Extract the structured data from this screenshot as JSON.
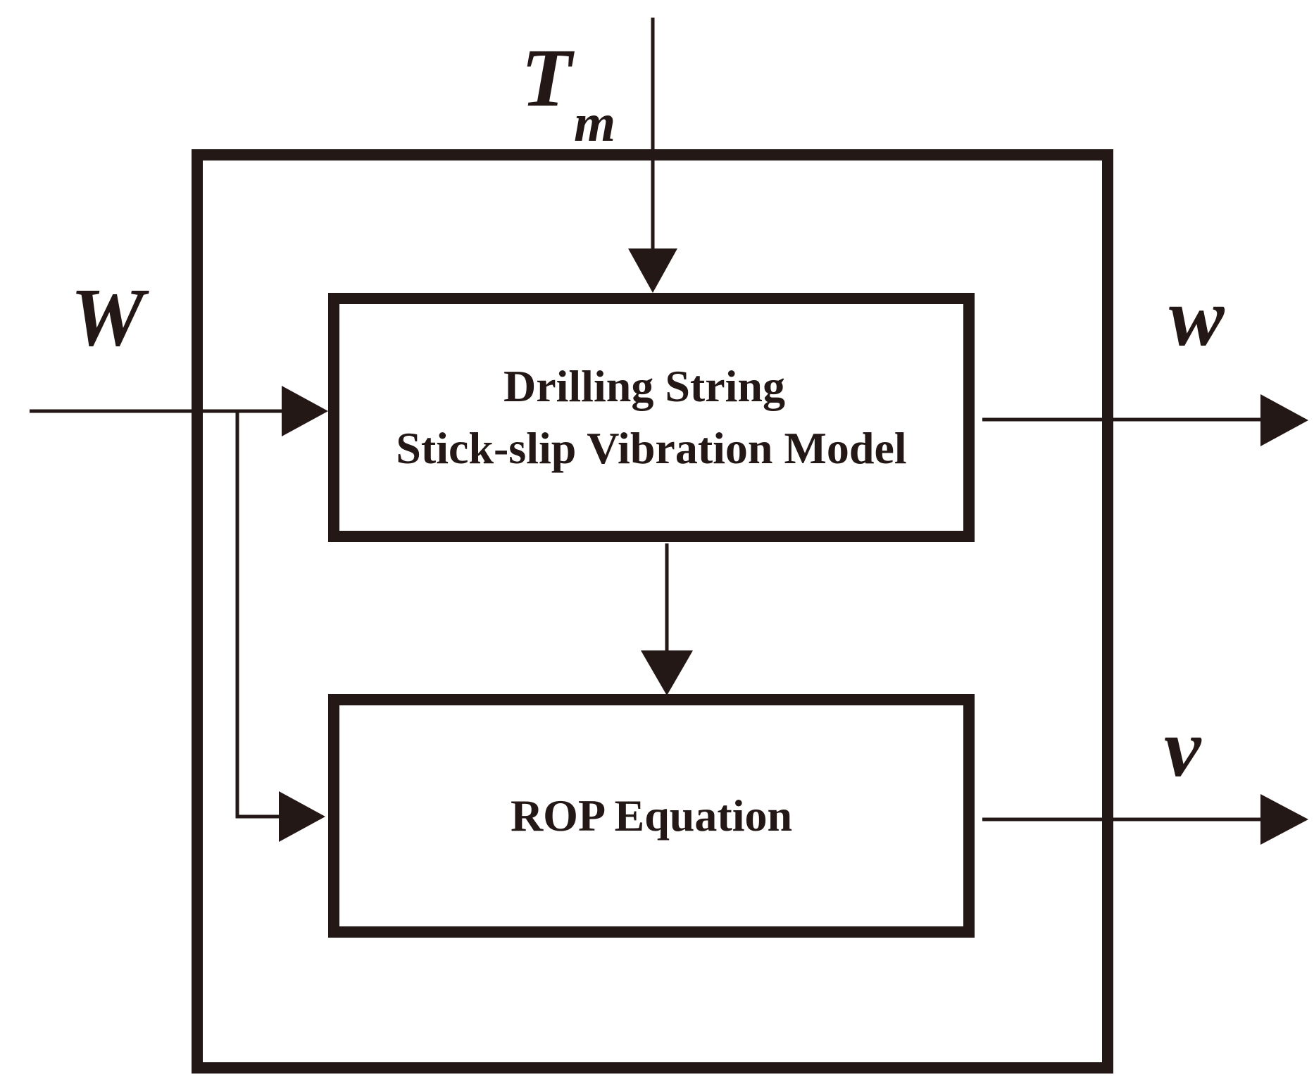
{
  "inputs": {
    "torque_main": "T",
    "torque_subscript": "m",
    "weight": "W"
  },
  "outputs": {
    "angular_speed": "w",
    "rop": "v"
  },
  "blocks": {
    "stick_slip_model": {
      "line1": "Drilling String",
      "line2": "Stick-slip Vibration Model"
    },
    "rop_equation": {
      "label": "ROP Equation"
    }
  },
  "colors": {
    "ink": "#231815",
    "background": "#ffffff"
  }
}
